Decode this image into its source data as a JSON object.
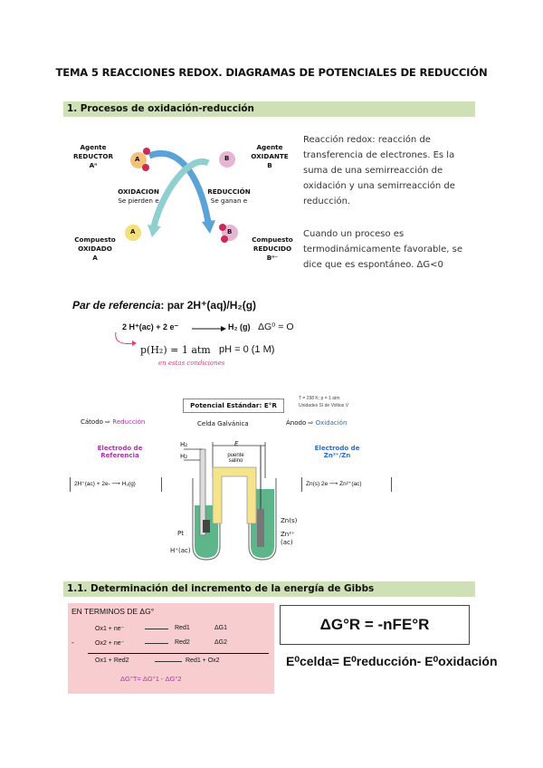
{
  "title": "TEMA 5 REACCIONES REDOX. DIAGRAMAS DE POTENCIALES DE REDUCCIÓN",
  "section1": "1. Procesos de oxidación-reducción",
  "redox_fig": {
    "agente_reductor": [
      "Agente",
      "REDUCTOR",
      "Aⁿ"
    ],
    "agente_oxidante": [
      "Agente",
      "OXIDANTE",
      "B"
    ],
    "oxidacion": [
      "OXIDACION",
      "Se pierden e"
    ],
    "reduccion": [
      "REDUCCIÓN",
      "Se ganan e"
    ],
    "comp_oxidado": [
      "Compuesto",
      "OXIDADO",
      "A"
    ],
    "comp_reducido": [
      "Compuesto",
      "REDUCIDO",
      "Bⁿ⁻"
    ],
    "ball_A": "A",
    "ball_B": "B",
    "e": "e"
  },
  "para1": "Reacción redox: reacción de transferencia de electrones. Es la suma de una semirreacción de oxidación y una semirreacción de reducción.",
  "para2": "Cuando un proceso es termodinámicamente favorable, se dice que es espontáneo. ΔG<0",
  "par_ref": {
    "label": "Par de referencia",
    "text": ": par 2H⁺(aq)/H₂(g)",
    "eq_left": "2 H⁺(ac) + 2 e⁻",
    "eq_right": "H₂ (g)",
    "dg": "ΔG⁰ = O",
    "cond1": "p(H₂) = 1 atm",
    "cond2": "pH = 0 (1 M)",
    "handwritten": "en estas condiciones"
  },
  "cell": {
    "potencial": "Potencial Estándar: E°R",
    "note1": "T = 298 K; p = 1 atm",
    "note2": "Unidades SI de Voltios V",
    "catodo": "Cátodo",
    "reduccion": "Reducción",
    "celda": "Celda Galvánica",
    "anodo": "Ánodo",
    "oxidacion": "Oxidación",
    "electrodo_ref": [
      "Electrodo de",
      "Referencia"
    ],
    "electrodo_zn": [
      "Electrodo de",
      "Zn²⁺/Zn"
    ],
    "reac_left": "2H⁺(ac) + 2e-",
    "reac_left_prod": "H₂(g)",
    "reac_right": "Zn(s)   2e",
    "reac_right_prod": "Zn²⁺(ac)",
    "h2": "H₂",
    "e_label": "E",
    "puente": [
      "puente",
      "salino"
    ],
    "pt": "Pt",
    "h_ac": "H⁺(ac)",
    "zn_s": "Zn(s)",
    "zn_ac": [
      "Zn²⁺",
      "(ac)"
    ]
  },
  "section11": "1.1. Determinación del incremento de la energía de Gibbs",
  "gibbs": {
    "header": "EN TERMINOS DE ΔG°",
    "row1": [
      "Ox1 + ne⁻",
      "Red1",
      "ΔG1"
    ],
    "row2": [
      "Ox2 + ne⁻",
      "Red2",
      "ΔG2"
    ],
    "row3": [
      "Ox1 + Red2",
      "Red1 + Ox2"
    ],
    "result": "ΔG°T= ΔG°1 - ΔG°2",
    "formula": "ΔG°R = -nFE°R",
    "ecelda": "E⁰celda= E⁰reducción- E⁰oxidación"
  },
  "colors": {
    "section_bg": "#cfe0b7",
    "pink_box": "#f7cdd0",
    "purple": "#b02fb0",
    "blue": "#2c6bd1"
  }
}
